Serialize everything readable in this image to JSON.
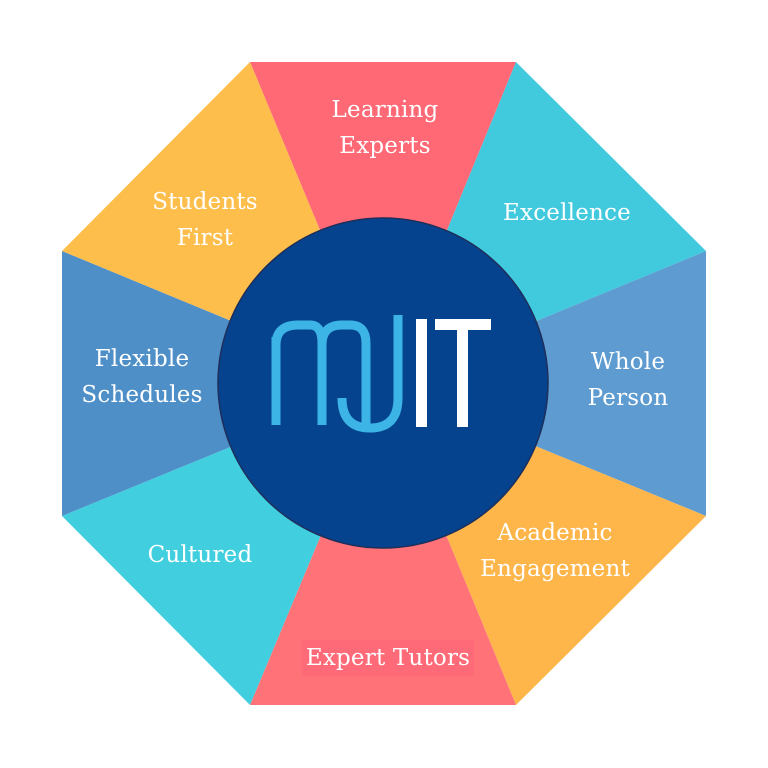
{
  "diagram": {
    "center": {
      "logo_text": {
        "my": "my",
        "it": "IT"
      },
      "fill_color": "#05438f",
      "my_color": "#3db4e6",
      "it_color": "#ffffff"
    },
    "segments": [
      {
        "id": "learning-experts",
        "lines": [
          "Learning",
          "Experts"
        ],
        "color": "#fe6975"
      },
      {
        "id": "excellence",
        "lines": [
          "Excellence"
        ],
        "color": "#41c9dd"
      },
      {
        "id": "whole-person",
        "lines": [
          "Whole",
          "Person"
        ],
        "color": "#5d9bd0"
      },
      {
        "id": "academic-engagement",
        "lines": [
          "Academic",
          "Engagement"
        ],
        "color": "#feb64b"
      },
      {
        "id": "expert-tutors",
        "lines": [
          "Expert Tutors"
        ],
        "color": "#ff7278"
      },
      {
        "id": "cultured",
        "lines": [
          "Cultured"
        ],
        "color": "#41cfe0"
      },
      {
        "id": "flexible-schedules",
        "lines": [
          "Flexible",
          "Schedules"
        ],
        "color": "#4e8fc8"
      },
      {
        "id": "students-first",
        "lines": [
          "Students",
          "First"
        ],
        "color": "#febe4b"
      }
    ]
  }
}
